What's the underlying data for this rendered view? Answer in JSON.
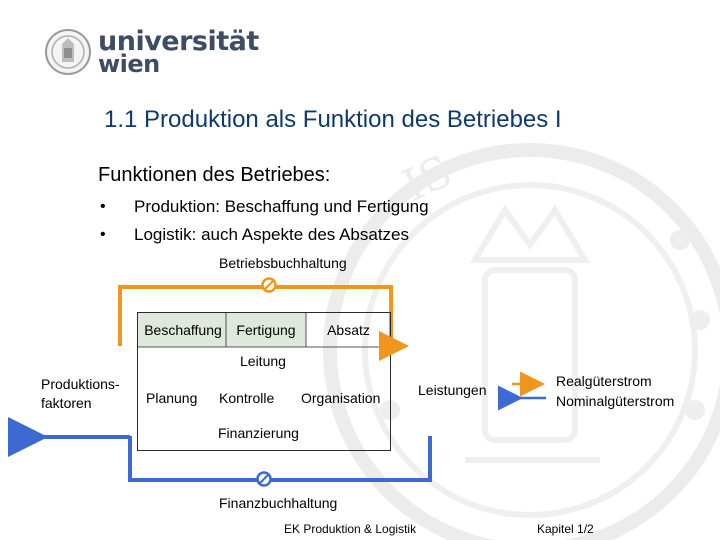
{
  "logo": {
    "line1": "universität",
    "line2": "wien"
  },
  "slide": {
    "title": "1.1 Produktion als Funktion des Betriebes I",
    "subtitle": "Funktionen des Betriebes:",
    "bullets": [
      {
        "symbol": "•",
        "text": "Produktion: Beschaffung und Fertigung"
      },
      {
        "symbol": "•",
        "text": "Logistik: auch Aspekte des Absatzes"
      }
    ]
  },
  "diagram": {
    "top_label": "Betriebsbuchhaltung",
    "bottom_label": "Finanzbuchhaltung",
    "cells": {
      "beschaffung": "Beschaffung",
      "fertigung": "Fertigung",
      "absatz": "Absatz"
    },
    "leitung": "Leitung",
    "planung": "Planung",
    "kontrolle": "Kontrolle",
    "organisation": "Organisation",
    "finanzierung": "Finanzierung",
    "produktionsfaktoren_1": "Produktions-",
    "produktionsfaktoren_2": "faktoren",
    "leistungen": "Leistungen",
    "legend": {
      "real": "Realgüterstrom",
      "nominal": "Nominalgüterstrom"
    },
    "colors": {
      "real_flow": "#f0961e",
      "nominal_flow": "#3c69d2",
      "cell_fill": "#dfe8dc"
    }
  },
  "footer": {
    "left": "EK Produktion & Logistik",
    "right": "Kapitel 1/2"
  }
}
